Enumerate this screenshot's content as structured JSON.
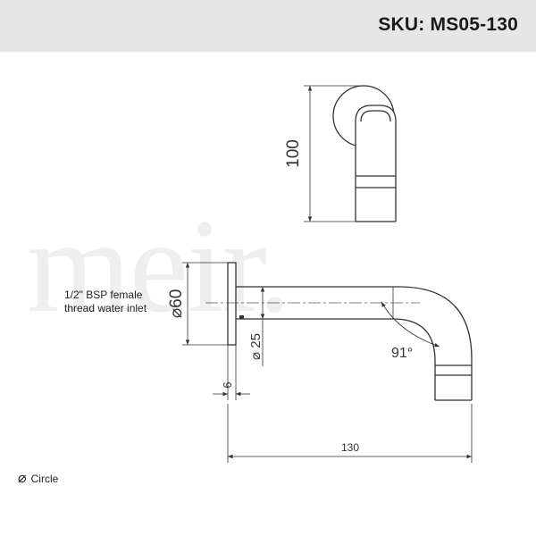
{
  "header": {
    "sku": "SKU: MS05-130"
  },
  "watermark": {
    "text": "meir."
  },
  "dimensions": {
    "height": "100",
    "flange_diameter": "60",
    "spout_diameter": "25",
    "flange_thickness": "6",
    "angle": "91°",
    "length": "130"
  },
  "annotation": {
    "inlet_line1": "1/2\" BSP female",
    "inlet_line2": "thread water inlet"
  },
  "legend": {
    "symbol": "⌀",
    "label": "Circle"
  }
}
